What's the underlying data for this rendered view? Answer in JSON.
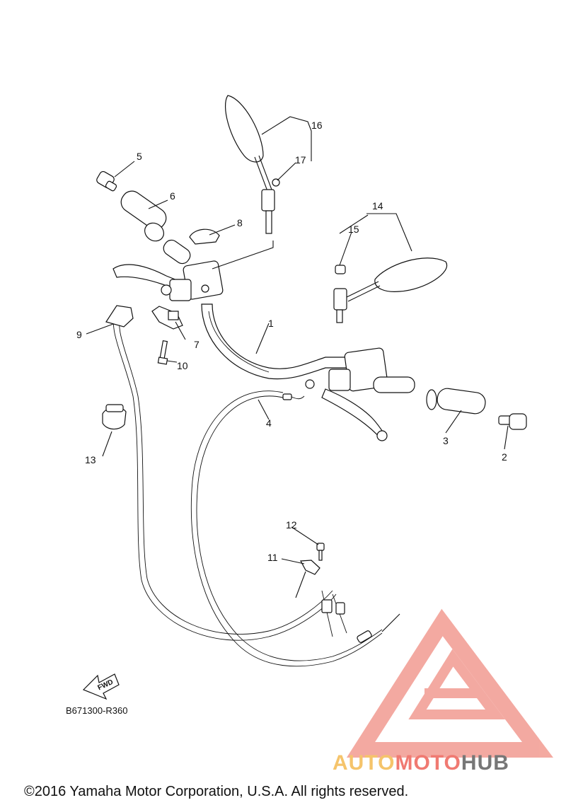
{
  "diagram": {
    "callouts": [
      "1",
      "2",
      "3",
      "4",
      "5",
      "6",
      "7",
      "8",
      "9",
      "10",
      "11",
      "12",
      "13",
      "14",
      "15",
      "16",
      "17"
    ],
    "fwd_label": "FWD",
    "diagram_code": "B671300-R360",
    "copyright": "©2016 Yamaha Motor Corporation, U.S.A. All rights reserved."
  },
  "watermark": {
    "word_part1": "AUTO",
    "word_part2": "MOTO",
    "word_part3": "HUB",
    "colors": {
      "logo": "#f3a59c",
      "auto": "#f5c46b",
      "moto": "#f07a72",
      "hub": "#777777"
    }
  }
}
